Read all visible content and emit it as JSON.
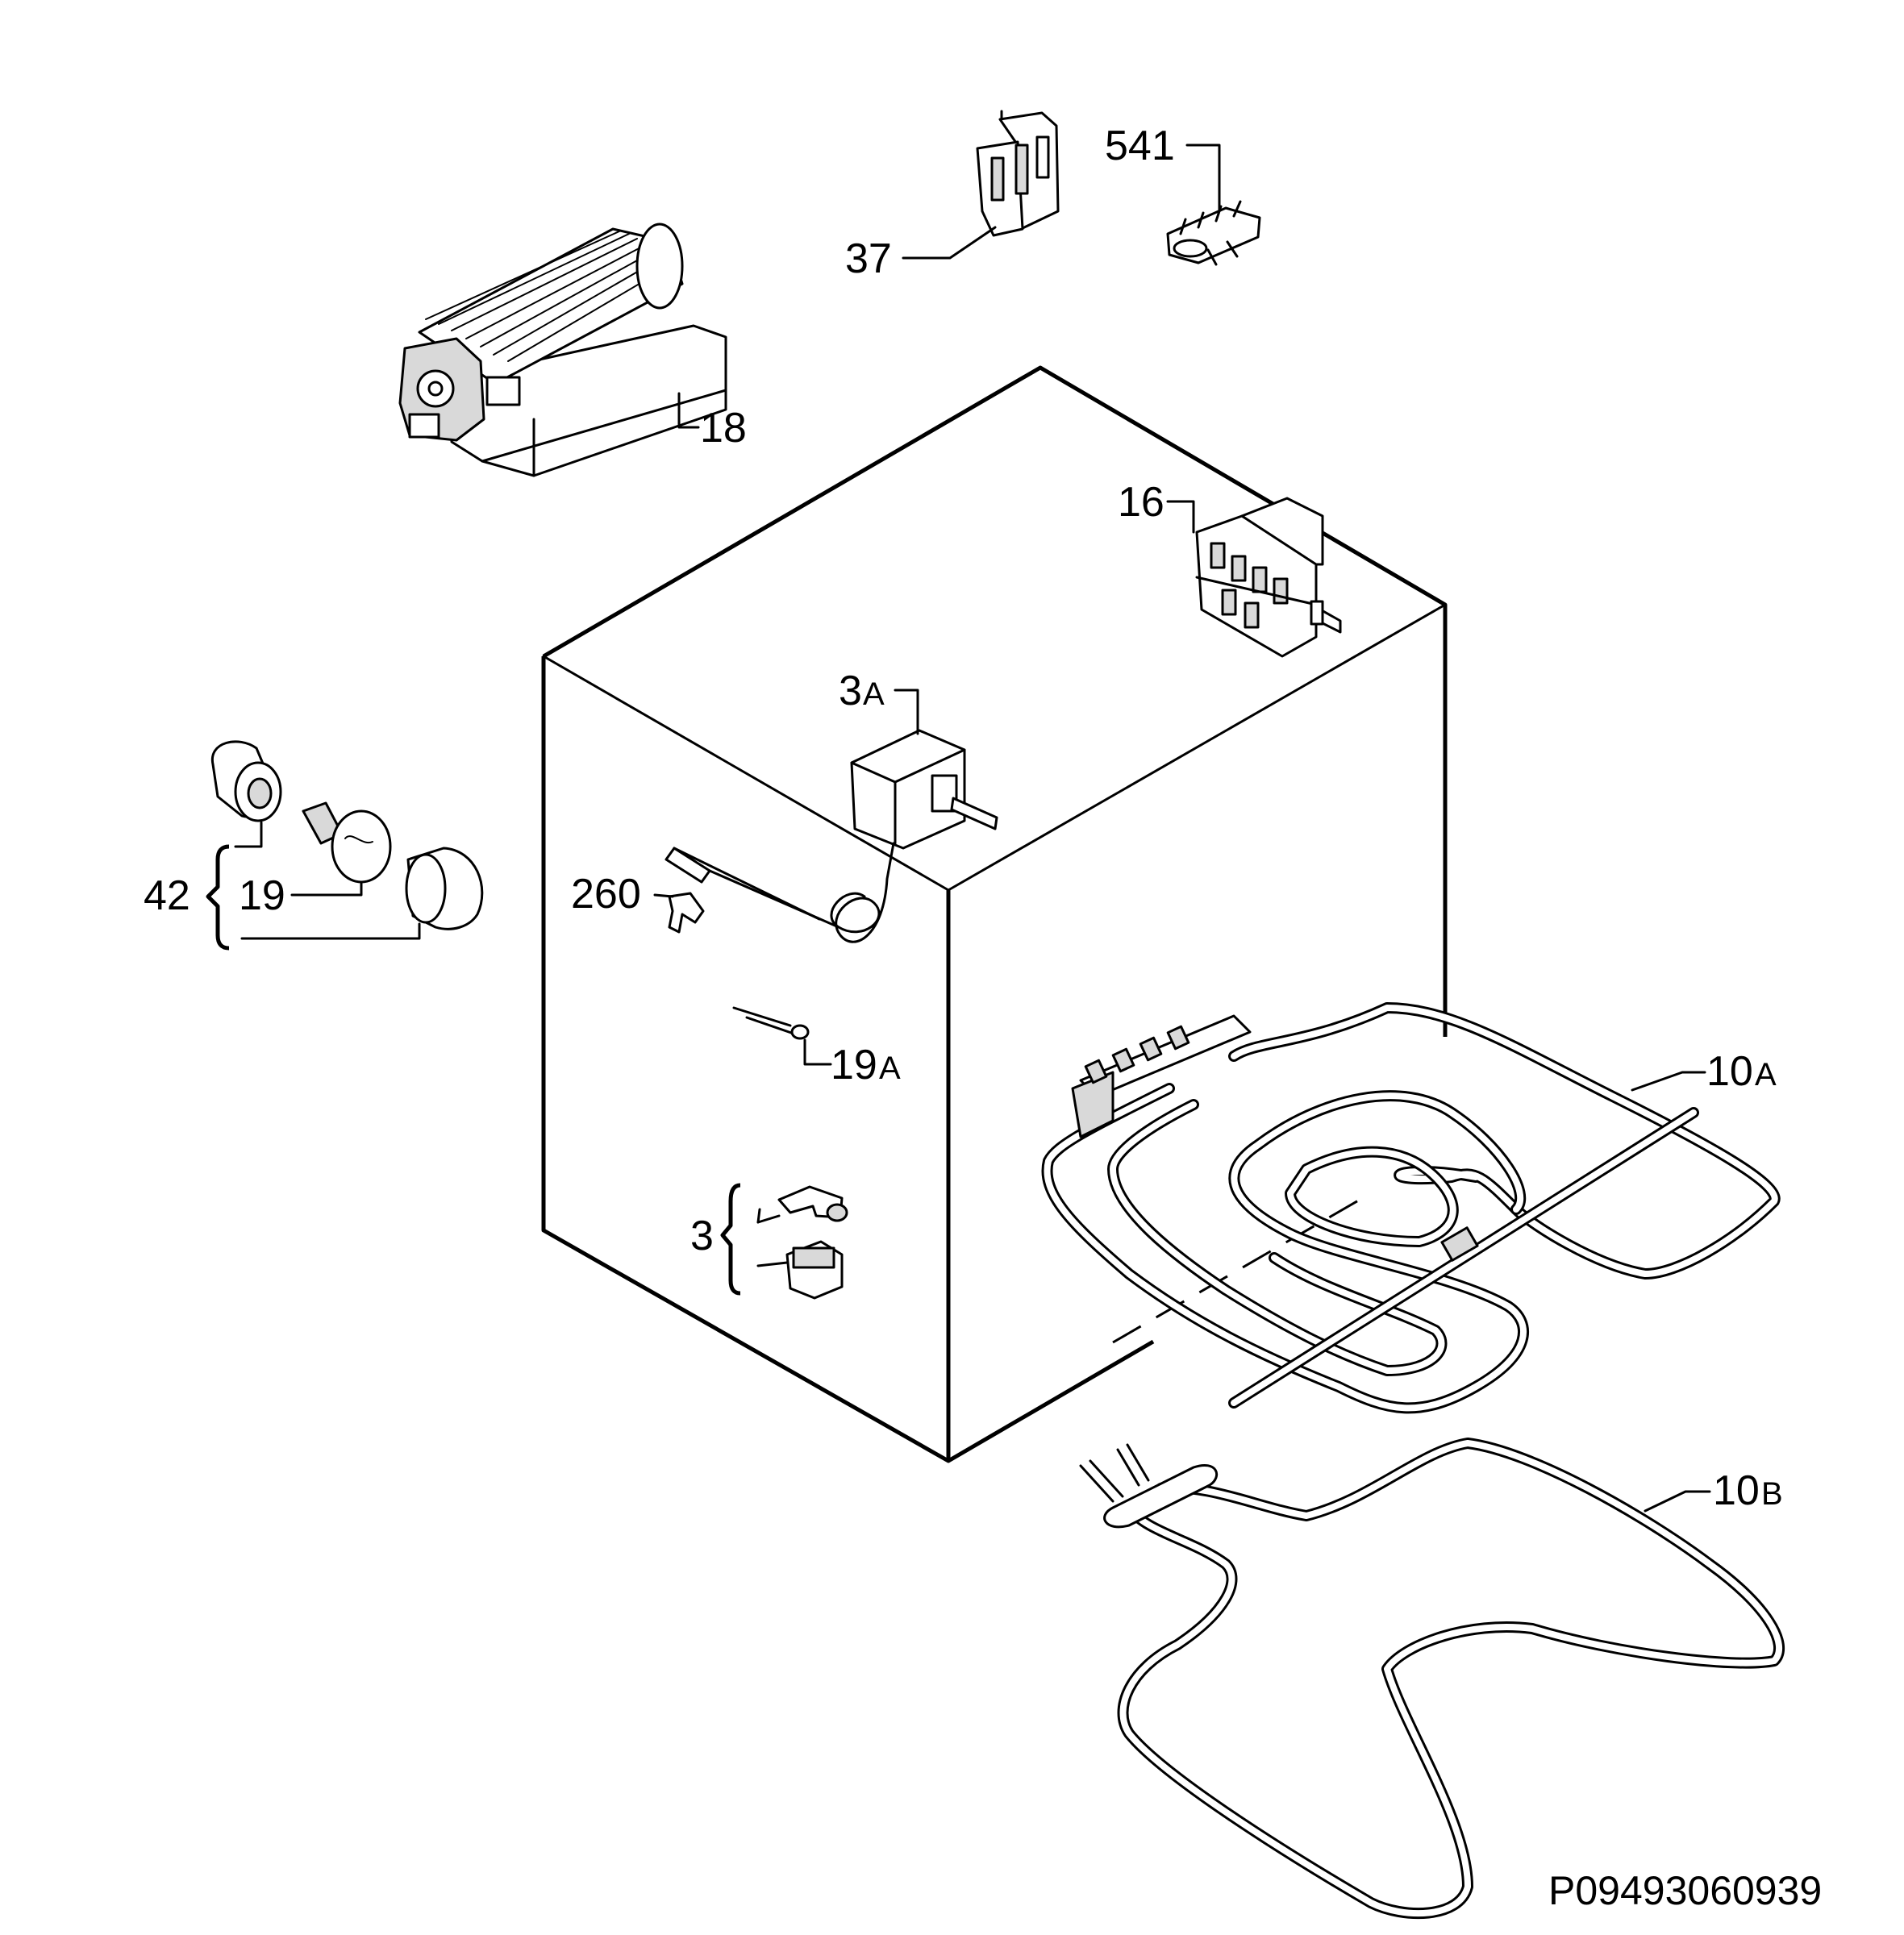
{
  "callouts": {
    "p541": "541",
    "p37": "37",
    "p18": "18",
    "p16": "16",
    "p3A_num": "3",
    "p3A_suf": "A",
    "p260": "260",
    "p42": "42",
    "p19": "19",
    "p19A_num": "19",
    "p19A_suf": "A",
    "p10A_num": "10",
    "p10A_suf": "A",
    "p3": "3",
    "p10B_num": "10",
    "p10B_suf": "B"
  },
  "drawing_code": "P09493060939"
}
